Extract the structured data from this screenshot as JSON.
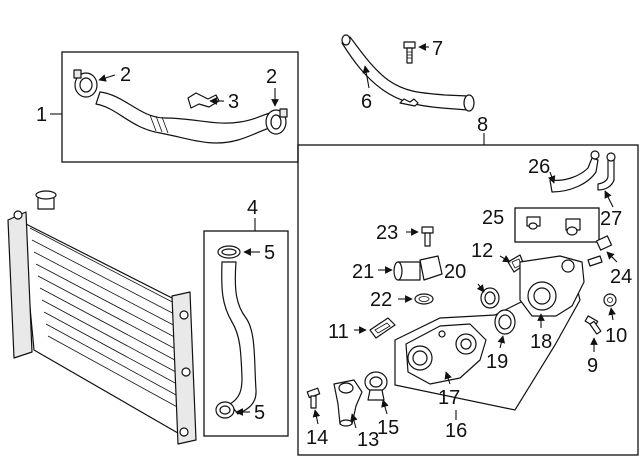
{
  "callouts": {
    "c1": "1",
    "c2a": "2",
    "c2b": "2",
    "c3": "3",
    "c4": "4",
    "c5a": "5",
    "c5b": "5",
    "c6": "6",
    "c7": "7",
    "c8": "8",
    "c9": "9",
    "c10": "10",
    "c11": "11",
    "c12": "12",
    "c13": "13",
    "c14": "14",
    "c15": "15",
    "c16": "16",
    "c17": "17",
    "c18": "18",
    "c19": "19",
    "c20": "20",
    "c21": "21",
    "c22": "22",
    "c23": "23",
    "c24": "24",
    "c25": "25",
    "c26": "26",
    "c27": "27"
  }
}
